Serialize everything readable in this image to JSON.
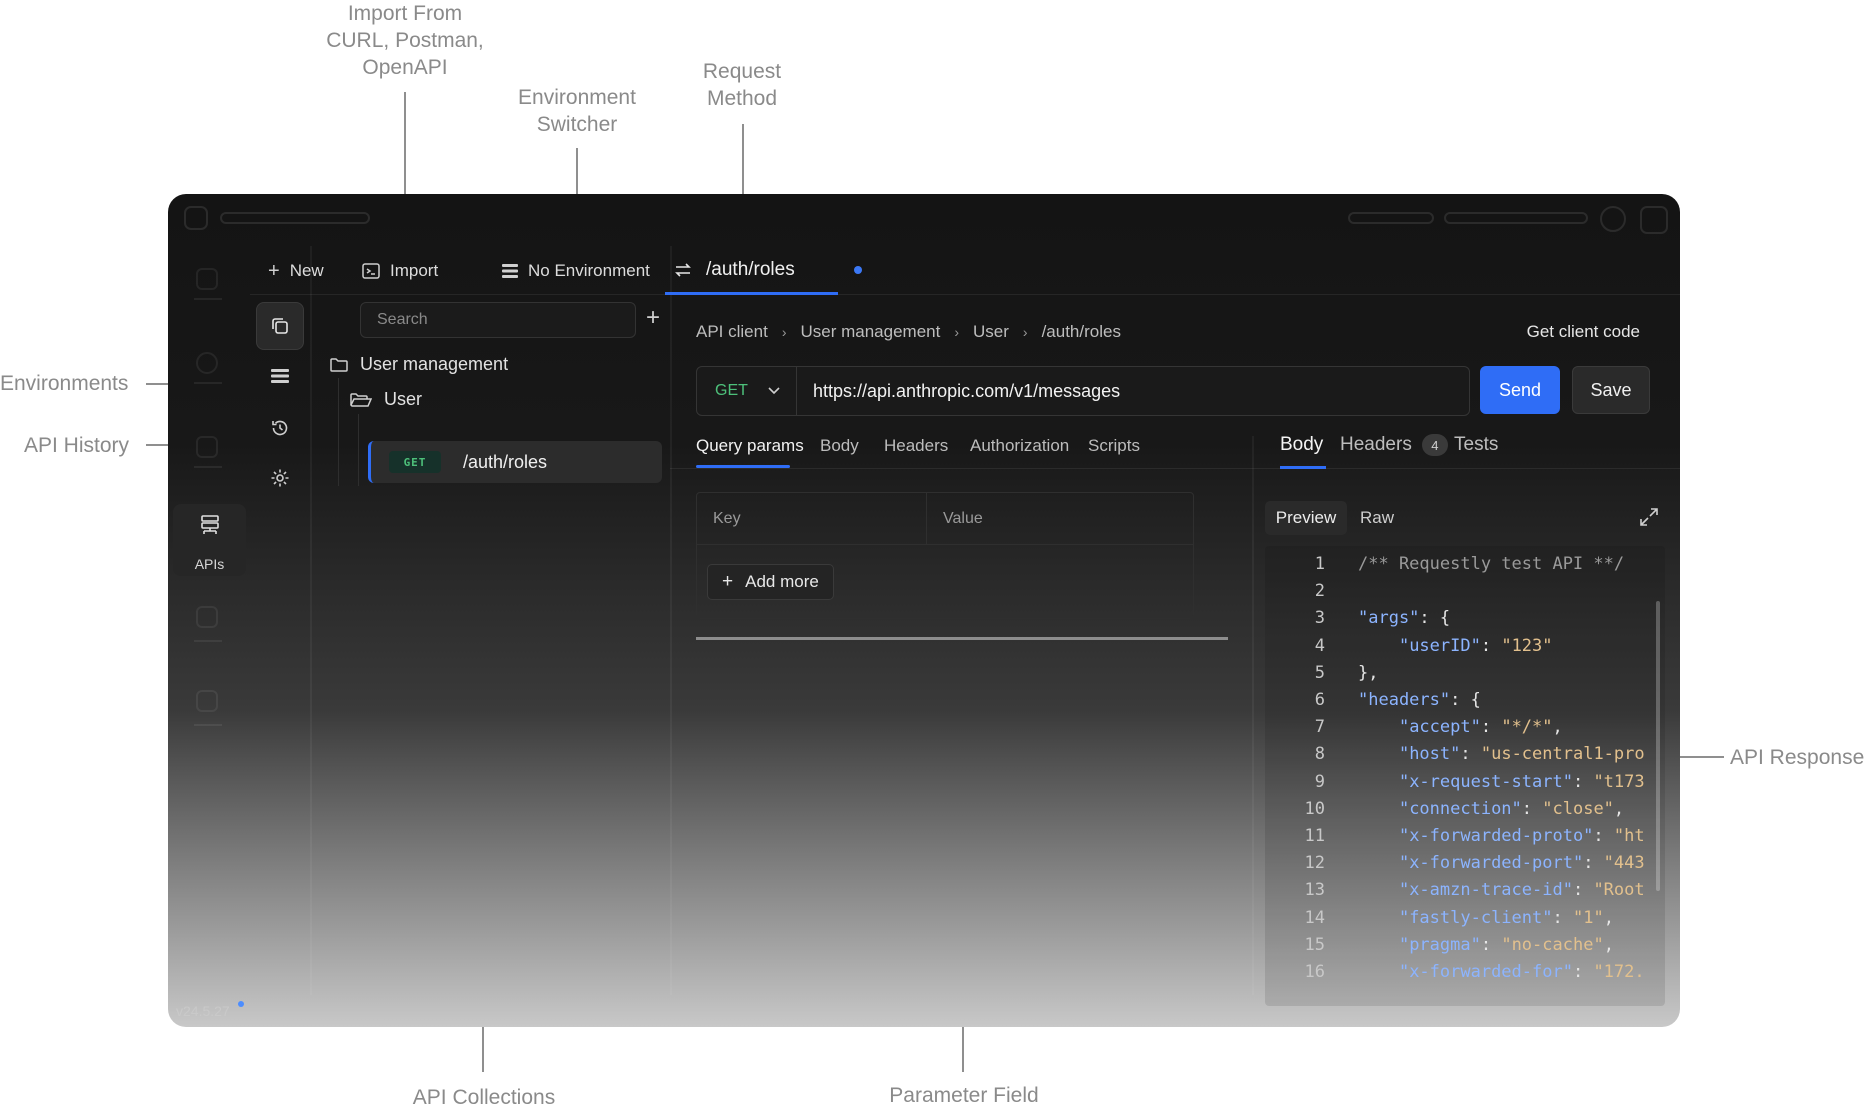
{
  "annotations": {
    "import": [
      "Import From",
      "CURL, Postman,",
      "OpenAPI"
    ],
    "environment_switcher": [
      "Environment",
      "Switcher"
    ],
    "request_method": [
      "Request",
      "Method"
    ],
    "environments": "Environments",
    "api_history": "API History",
    "api_response": "API Response",
    "api_collections": "API Collections",
    "parameter_field": "Parameter Field"
  },
  "rail": {
    "apis_label": "APIs",
    "version": "v24.5.27"
  },
  "toolbar": {
    "new_label": "New",
    "import_label": "Import",
    "environment_label": "No Environment"
  },
  "collections": {
    "search_placeholder": "Search",
    "folder": "User management",
    "subfolder": "User",
    "request_method": "GET",
    "request_path": "/auth/roles"
  },
  "request": {
    "tab_title": "/auth/roles",
    "breadcrumb": [
      "API client",
      "User management",
      "User",
      "/auth/roles"
    ],
    "client_code_label": "Get client code",
    "method": "GET",
    "url": "https://api.anthropic.com/v1/messages",
    "send_label": "Send",
    "save_label": "Save",
    "param_tabs": [
      "Query params",
      "Body",
      "Headers",
      "Authorization",
      "Scripts"
    ],
    "param_headers": {
      "key": "Key",
      "value": "Value"
    },
    "add_more_label": "Add more"
  },
  "response": {
    "tabs": {
      "body": "Body",
      "headers": "Headers",
      "headers_count": "4",
      "tests": "Tests"
    },
    "view_modes": {
      "preview": "Preview",
      "raw": "Raw"
    },
    "code_lines": [
      [
        [
          "c",
          "/** Requestly test API **/"
        ]
      ],
      [],
      [
        [
          "k",
          "\"args\""
        ],
        [
          "p",
          ": {"
        ]
      ],
      [
        [
          "p",
          "    "
        ],
        [
          "k",
          "\"userID\""
        ],
        [
          "p",
          ": "
        ],
        [
          "s",
          "\"123\""
        ]
      ],
      [
        [
          "p",
          "},"
        ]
      ],
      [
        [
          "k",
          "\"headers\""
        ],
        [
          "p",
          ": {"
        ]
      ],
      [
        [
          "p",
          "    "
        ],
        [
          "k",
          "\"accept\""
        ],
        [
          "p",
          ": "
        ],
        [
          "s",
          "\"*/*\""
        ],
        [
          "p",
          ","
        ]
      ],
      [
        [
          "p",
          "    "
        ],
        [
          "k",
          "\"host\""
        ],
        [
          "p",
          ": "
        ],
        [
          "s",
          "\"us-central1-pro"
        ]
      ],
      [
        [
          "p",
          "    "
        ],
        [
          "k",
          "\"x-request-start\""
        ],
        [
          "p",
          ": "
        ],
        [
          "s",
          "\"t173"
        ]
      ],
      [
        [
          "p",
          "    "
        ],
        [
          "k",
          "\"connection\""
        ],
        [
          "p",
          ": "
        ],
        [
          "s",
          "\"close\""
        ],
        [
          "p",
          ","
        ]
      ],
      [
        [
          "p",
          "    "
        ],
        [
          "k",
          "\"x-forwarded-proto\""
        ],
        [
          "p",
          ": "
        ],
        [
          "s",
          "\"ht"
        ]
      ],
      [
        [
          "p",
          "    "
        ],
        [
          "k",
          "\"x-forwarded-port\""
        ],
        [
          "p",
          ": "
        ],
        [
          "s",
          "\"443"
        ]
      ],
      [
        [
          "p",
          "    "
        ],
        [
          "k",
          "\"x-amzn-trace-id\""
        ],
        [
          "p",
          ": "
        ],
        [
          "s",
          "\"Root"
        ]
      ],
      [
        [
          "p",
          "    "
        ],
        [
          "k",
          "\"fastly-client\""
        ],
        [
          "p",
          ": "
        ],
        [
          "s",
          "\"1\""
        ],
        [
          "p",
          ","
        ]
      ],
      [
        [
          "p",
          "    "
        ],
        [
          "k",
          "\"pragma\""
        ],
        [
          "p",
          ": "
        ],
        [
          "s",
          "\"no-cache\""
        ],
        [
          "p",
          ","
        ]
      ],
      [
        [
          "p",
          "    "
        ],
        [
          "k",
          "\"x-forwarded-for\""
        ],
        [
          "p",
          ": "
        ],
        [
          "s",
          "\"172."
        ]
      ]
    ]
  },
  "colors": {
    "accent": "#2f6df6",
    "method_get": "#4dc07a",
    "json_key": "#8cb4ff",
    "json_string": "#e2c08d"
  }
}
